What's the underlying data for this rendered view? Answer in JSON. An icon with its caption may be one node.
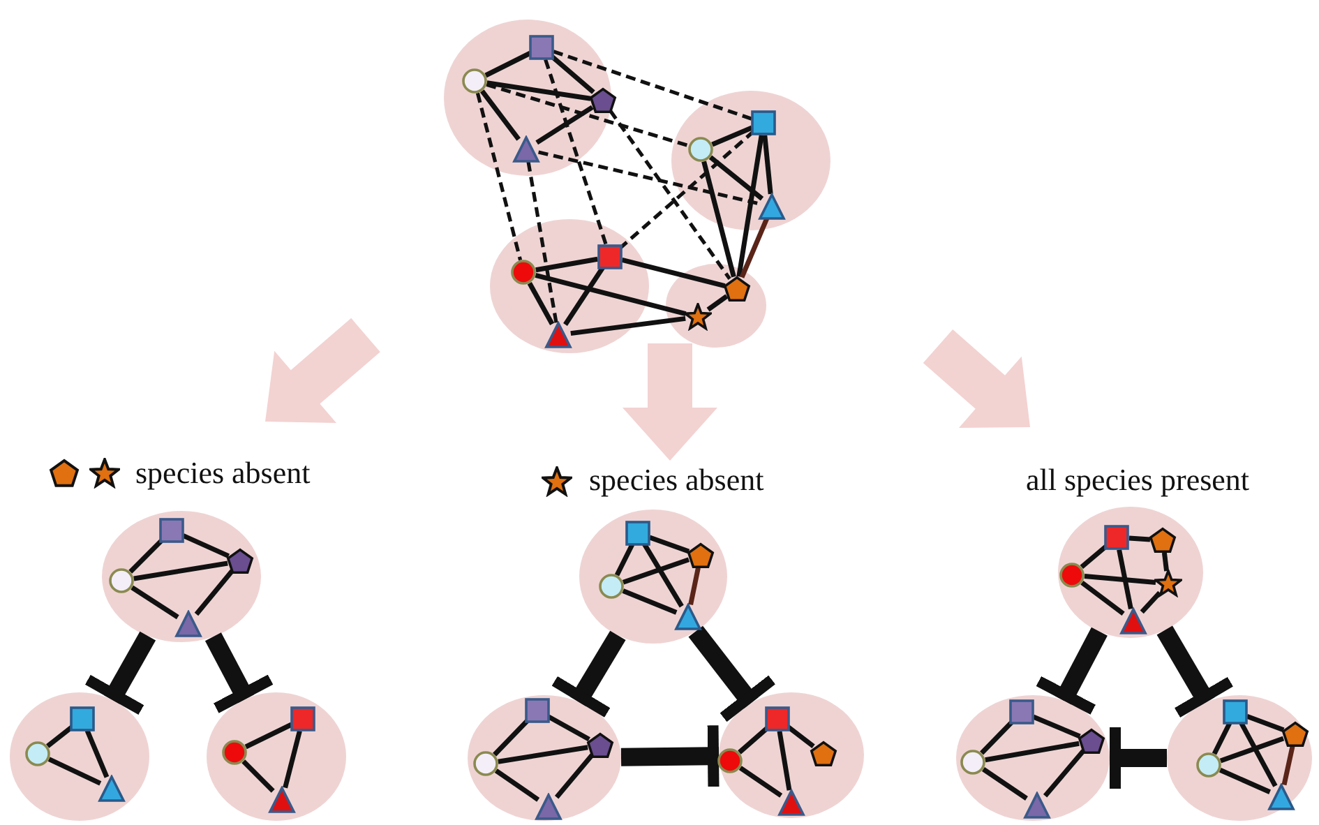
{
  "diagram": {
    "nodes": [
      {
        "text": [],
        "shape": "circle"
      },
      {
        "text": [],
        "shape": "circle",
        "in": 0
      },
      {
        "text": [],
        "shape": "square",
        "in": 0
      },
      {
        "text": [],
        "shape": "pentagon",
        "in": 0
      },
      {
        "text": [],
        "shape": "triangle",
        "in": 0
      },
      {
        "text": [],
        "shape": "circle"
      },
      {
        "text": [],
        "shape": "circle",
        "in": 5
      },
      {
        "text": [],
        "shape": "square",
        "in": 5
      },
      {
        "text": [],
        "shape": "triangle",
        "in": 5
      },
      {
        "text": [],
        "shape": "circle"
      },
      {
        "text": [],
        "shape": "circle",
        "in": 9
      },
      {
        "text": [],
        "shape": "square",
        "in": 9
      },
      {
        "text": [],
        "shape": "triangle",
        "in": 9
      },
      {
        "text": [],
        "shape": "circle"
      },
      {
        "text": [],
        "shape": "pentagon",
        "in": 13
      },
      {
        "text": [],
        "shape": "star",
        "in": 13
      },
      {
        "text": [],
        "shape": "circle"
      },
      {
        "text": [],
        "shape": "circle",
        "in": 16
      },
      {
        "text": [],
        "shape": "square",
        "in": 16
      },
      {
        "text": [],
        "shape": "pentagon",
        "in": 16
      },
      {
        "text": [],
        "shape": "triangle",
        "in": 16
      },
      {
        "text": [],
        "shape": "circle"
      },
      {
        "text": [],
        "shape": "circle",
        "in": 21
      },
      {
        "text": [],
        "shape": "square",
        "in": 21
      },
      {
        "text": [],
        "shape": "triangle",
        "in": 21
      },
      {
        "text": [],
        "shape": "circle"
      },
      {
        "text": [],
        "shape": "circle",
        "in": 25
      },
      {
        "text": [],
        "shape": "square",
        "in": 25
      },
      {
        "text": [],
        "shape": "triangle",
        "in": 25
      },
      {
        "text": [],
        "shape": "circle"
      },
      {
        "text": [],
        "shape": "square",
        "in": 29
      },
      {
        "text": [],
        "shape": "pentagon",
        "in": 29
      },
      {
        "text": [],
        "shape": "circle",
        "in": 29
      },
      {
        "text": [],
        "shape": "triangle",
        "in": 29
      },
      {
        "text": [],
        "shape": "circle"
      },
      {
        "text": [],
        "shape": "square",
        "in": 34
      },
      {
        "text": [],
        "shape": "circle",
        "in": 34
      },
      {
        "text": [],
        "shape": "pentagon",
        "in": 34
      },
      {
        "text": [],
        "shape": "triangle",
        "in": 34
      },
      {
        "text": [],
        "shape": "circle"
      },
      {
        "text": [],
        "shape": "square",
        "in": 39
      },
      {
        "text": [],
        "shape": "pentagon",
        "in": 39
      },
      {
        "text": [],
        "shape": "circle",
        "in": 39
      },
      {
        "text": [],
        "shape": "triangle",
        "in": 39
      },
      {
        "text": [],
        "shape": "circle"
      },
      {
        "text": [],
        "shape": "square",
        "in": 44
      },
      {
        "text": [],
        "shape": "pentagon",
        "in": 44
      },
      {
        "text": [],
        "shape": "circle",
        "in": 44
      },
      {
        "text": [],
        "shape": "star",
        "in": 44
      },
      {
        "text": [],
        "shape": "triangle",
        "in": 44
      },
      {
        "text": [],
        "shape": "circle"
      },
      {
        "text": [],
        "shape": "square",
        "in": 50
      },
      {
        "text": [],
        "shape": "circle",
        "in": 50
      },
      {
        "text": [],
        "shape": "pentagon",
        "in": 50
      },
      {
        "text": [],
        "shape": "triangle",
        "in": 50
      },
      {
        "text": [],
        "shape": "circle"
      },
      {
        "text": [],
        "shape": "square",
        "in": 55
      },
      {
        "text": [],
        "shape": "pentagon",
        "in": 55
      },
      {
        "text": [],
        "shape": "circle",
        "in": 55
      },
      {
        "text": [],
        "shape": "triangle",
        "in": 55
      }
    ],
    "edges": [
      {
        "from": 1,
        "to": 2,
        "arrow": "none"
      },
      {
        "from": 1,
        "to": 3,
        "arrow": "none"
      },
      {
        "from": 1,
        "to": 4,
        "arrow": "none"
      },
      {
        "from": 2,
        "to": 3,
        "arrow": "none"
      },
      {
        "from": 3,
        "to": 4,
        "arrow": "none"
      },
      {
        "from": 6,
        "to": 7,
        "arrow": "none"
      },
      {
        "from": 6,
        "to": 8,
        "arrow": "none"
      },
      {
        "from": 7,
        "to": 8,
        "arrow": "none"
      },
      {
        "from": 6,
        "to": 14,
        "arrow": "none"
      },
      {
        "from": 7,
        "to": 14,
        "arrow": "none"
      },
      {
        "from": 8,
        "to": 14,
        "arrow": "none",
        "color": "#5a2418"
      },
      {
        "from": 10,
        "to": 11,
        "arrow": "none"
      },
      {
        "from": 10,
        "to": 12,
        "arrow": "none"
      },
      {
        "from": 11,
        "to": 12,
        "arrow": "none"
      },
      {
        "from": 10,
        "to": 15,
        "arrow": "none"
      },
      {
        "from": 12,
        "to": 15,
        "arrow": "none"
      },
      {
        "from": 11,
        "to": 14,
        "arrow": "none"
      },
      {
        "from": 14,
        "to": 15,
        "arrow": "none"
      },
      {
        "from": 2,
        "to": 7,
        "arrow": "none",
        "style": "dashed"
      },
      {
        "from": 1,
        "to": 6,
        "arrow": "none",
        "style": "dashed"
      },
      {
        "from": 4,
        "to": 8,
        "arrow": "none",
        "style": "dashed"
      },
      {
        "from": 1,
        "to": 10,
        "arrow": "none",
        "style": "dashed"
      },
      {
        "from": 2,
        "to": 11,
        "arrow": "none",
        "style": "dashed"
      },
      {
        "from": 4,
        "to": 12,
        "arrow": "none",
        "style": "dashed"
      },
      {
        "from": 3,
        "to": 14,
        "arrow": "none",
        "style": "dashed"
      },
      {
        "from": 7,
        "to": 11,
        "arrow": "none",
        "style": "dashed"
      },
      {
        "from": 17,
        "to": 18,
        "arrow": "none"
      },
      {
        "from": 18,
        "to": 19,
        "arrow": "none"
      },
      {
        "from": 17,
        "to": 19,
        "arrow": "none"
      },
      {
        "from": 17,
        "to": 20,
        "arrow": "none"
      },
      {
        "from": 19,
        "to": 20,
        "arrow": "none"
      },
      {
        "from": 22,
        "to": 23,
        "arrow": "none"
      },
      {
        "from": 22,
        "to": 24,
        "arrow": "none"
      },
      {
        "from": 23,
        "to": 24,
        "arrow": "none"
      },
      {
        "from": 26,
        "to": 27,
        "arrow": "none"
      },
      {
        "from": 26,
        "to": 28,
        "arrow": "none"
      },
      {
        "from": 27,
        "to": 28,
        "arrow": "none"
      },
      {
        "from": 16,
        "to": 21,
        "arrow": "other",
        "style": "thick"
      },
      {
        "from": 16,
        "to": 25,
        "arrow": "other",
        "style": "thick"
      },
      {
        "from": 30,
        "to": 31,
        "arrow": "none"
      },
      {
        "from": 30,
        "to": 32,
        "arrow": "none"
      },
      {
        "from": 30,
        "to": 33,
        "arrow": "none"
      },
      {
        "from": 32,
        "to": 31,
        "arrow": "none"
      },
      {
        "from": 32,
        "to": 33,
        "arrow": "none"
      },
      {
        "from": 31,
        "to": 33,
        "arrow": "none",
        "color": "#5a2418"
      },
      {
        "from": 35,
        "to": 36,
        "arrow": "none"
      },
      {
        "from": 35,
        "to": 37,
        "arrow": "none"
      },
      {
        "from": 36,
        "to": 37,
        "arrow": "none"
      },
      {
        "from": 36,
        "to": 38,
        "arrow": "none"
      },
      {
        "from": 37,
        "to": 38,
        "arrow": "none"
      },
      {
        "from": 42,
        "to": 40,
        "arrow": "none"
      },
      {
        "from": 40,
        "to": 41,
        "arrow": "none"
      },
      {
        "from": 40,
        "to": 43,
        "arrow": "none"
      },
      {
        "from": 42,
        "to": 43,
        "arrow": "none"
      },
      {
        "from": 29,
        "to": 34,
        "arrow": "other",
        "style": "thick"
      },
      {
        "from": 29,
        "to": 39,
        "arrow": "other",
        "style": "thick"
      },
      {
        "from": 34,
        "to": 39,
        "arrow": "other",
        "style": "thick"
      },
      {
        "from": 45,
        "to": 46,
        "arrow": "none"
      },
      {
        "from": 45,
        "to": 47,
        "arrow": "none"
      },
      {
        "from": 45,
        "to": 49,
        "arrow": "none"
      },
      {
        "from": 47,
        "to": 48,
        "arrow": "none"
      },
      {
        "from": 47,
        "to": 49,
        "arrow": "none"
      },
      {
        "from": 46,
        "to": 48,
        "arrow": "none"
      },
      {
        "from": 48,
        "to": 49,
        "arrow": "none"
      },
      {
        "from": 51,
        "to": 52,
        "arrow": "none"
      },
      {
        "from": 51,
        "to": 53,
        "arrow": "none"
      },
      {
        "from": 52,
        "to": 53,
        "arrow": "none"
      },
      {
        "from": 52,
        "to": 54,
        "arrow": "none"
      },
      {
        "from": 53,
        "to": 54,
        "arrow": "none"
      },
      {
        "from": 56,
        "to": 57,
        "arrow": "none"
      },
      {
        "from": 56,
        "to": 58,
        "arrow": "none"
      },
      {
        "from": 56,
        "to": 59,
        "arrow": "none"
      },
      {
        "from": 58,
        "to": 57,
        "arrow": "none"
      },
      {
        "from": 58,
        "to": 59,
        "arrow": "none"
      },
      {
        "from": 57,
        "to": 59,
        "arrow": "none",
        "color": "#5a2418"
      },
      {
        "from": 44,
        "to": 50,
        "arrow": "other",
        "style": "thick"
      },
      {
        "from": 44,
        "to": 55,
        "arrow": "other",
        "style": "thick"
      },
      {
        "from": 55,
        "to": 50,
        "arrow": "other",
        "style": "thick"
      }
    ],
    "labels": [
      "species absent",
      "species absent",
      "all species present"
    ]
  }
}
